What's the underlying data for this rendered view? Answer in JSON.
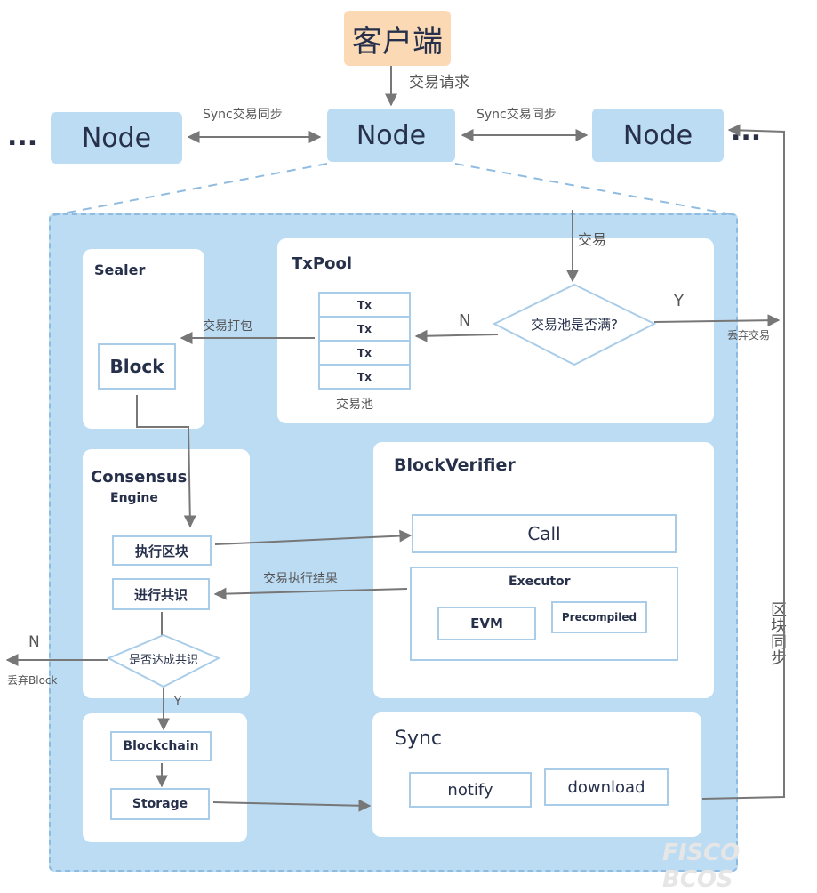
{
  "client": "客户端",
  "request_label": "交易请求",
  "nodes": {
    "left": "Node",
    "center": "Node",
    "right": "Node"
  },
  "ellipsis_left": "...",
  "ellipsis_right": "...",
  "sync_left": "Sync交易同步",
  "sync_right": "Sync交易同步",
  "tx_in_label": "交易",
  "sealer": {
    "title": "Sealer",
    "block": "Block",
    "pack_label": "交易打包"
  },
  "txpool": {
    "title": "TxPool",
    "entries": [
      "Tx",
      "Tx",
      "Tx",
      "Tx"
    ],
    "caption": "交易池",
    "decision": "交易池是否满?",
    "yes": "Y",
    "no": "N",
    "discard": "丢弃交易"
  },
  "consensus": {
    "title_line1": "Consensus",
    "title_line2": "Engine",
    "execute": "执行区块",
    "consensus_step": "进行共识",
    "decision": "是否达成共识",
    "no": "N",
    "yes": "Y",
    "discard": "丢弃Block"
  },
  "storage": {
    "blockchain": "Blockchain",
    "storage": "Storage"
  },
  "verifier": {
    "title": "BlockVerifier",
    "call": "Call",
    "executor": "Executor",
    "evm": "EVM",
    "precompiled": "Precompiled",
    "result_label": "交易执行结果"
  },
  "sync": {
    "title": "Sync",
    "notify": "notify",
    "download": "download",
    "block_sync": "区块同步"
  },
  "watermark": "FISCO BCOS",
  "colors": {
    "node_fill": "#bcdcf4",
    "client_fill": "#fbd9b4",
    "panel_fill": "#bcdcf4",
    "border": "#a9cde9",
    "arrow": "#777777"
  }
}
